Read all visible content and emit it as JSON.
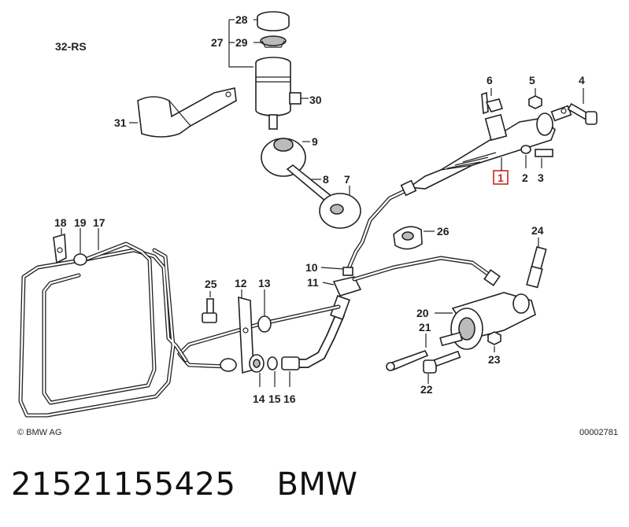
{
  "diagram": {
    "group_code": "32-RS",
    "copyright": "© BMW AG",
    "drawing_number": "00002781",
    "highlighted_label": "1",
    "labels": [
      "1",
      "2",
      "3",
      "4",
      "5",
      "6",
      "7",
      "8",
      "9",
      "10",
      "11",
      "12",
      "13",
      "14",
      "15",
      "16",
      "17",
      "18",
      "19",
      "20",
      "21",
      "22",
      "23",
      "24",
      "25",
      "26",
      "27",
      "28",
      "29",
      "30",
      "31"
    ]
  },
  "footer": {
    "part_number": "21521155425",
    "brand": "BMW"
  }
}
